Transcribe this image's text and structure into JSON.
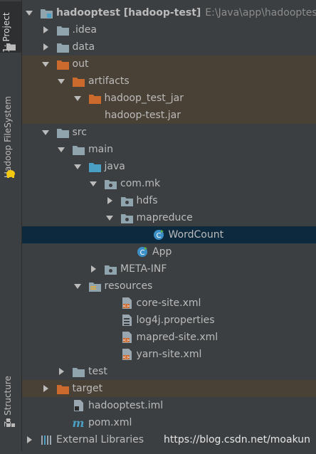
{
  "side_tabs": {
    "project": "1: Project",
    "hadoop_fs": "Hadoop FileSystem",
    "structure": "Z: Structure"
  },
  "tree": [
    {
      "label": "hadooptest",
      "module": "[hadoop-test]",
      "path": "E:\\Java\\app\\hadooptest",
      "icon": "module-folder-icon",
      "arrow": "expanded",
      "depth": 0
    },
    {
      "label": ".idea",
      "icon": "folder-icon",
      "arrow": "collapsed",
      "depth": 1
    },
    {
      "label": "data",
      "icon": "folder-icon",
      "arrow": "collapsed",
      "depth": 1
    },
    {
      "label": "out",
      "icon": "excluded-folder-icon",
      "arrow": "expanded",
      "depth": 1,
      "state": "excluded"
    },
    {
      "label": "artifacts",
      "icon": "excluded-folder-icon",
      "arrow": "expanded",
      "depth": 2,
      "state": "excluded"
    },
    {
      "label": "hadoop_test_jar",
      "icon": "excluded-folder-icon",
      "arrow": "expanded",
      "depth": 3,
      "state": "excluded"
    },
    {
      "label": "hadoop-test.jar",
      "icon": "",
      "arrow": "none",
      "depth": 4,
      "state": "excluded"
    },
    {
      "label": "src",
      "icon": "folder-icon",
      "arrow": "expanded",
      "depth": 1
    },
    {
      "label": "main",
      "icon": "folder-icon",
      "arrow": "expanded",
      "depth": 2
    },
    {
      "label": "java",
      "icon": "source-folder-icon",
      "arrow": "expanded",
      "depth": 3
    },
    {
      "label": "com.mk",
      "icon": "package-icon",
      "arrow": "expanded",
      "depth": 4
    },
    {
      "label": "hdfs",
      "icon": "package-icon",
      "arrow": "collapsed",
      "depth": 5
    },
    {
      "label": "mapreduce",
      "icon": "package-icon",
      "arrow": "expanded",
      "depth": 5
    },
    {
      "label": "WordCount",
      "icon": "java-class-icon",
      "arrow": "none",
      "depth": 7,
      "state": "selected"
    },
    {
      "label": "App",
      "icon": "java-class-icon",
      "arrow": "none",
      "depth": 6
    },
    {
      "label": "META-INF",
      "icon": "package-icon",
      "arrow": "collapsed",
      "depth": 4
    },
    {
      "label": "resources",
      "icon": "resources-folder-icon",
      "arrow": "expanded",
      "depth": 3
    },
    {
      "label": "core-site.xml",
      "icon": "xml-file-icon",
      "arrow": "none",
      "depth": 5
    },
    {
      "label": "log4j.properties",
      "icon": "properties-file-icon",
      "arrow": "none",
      "depth": 5
    },
    {
      "label": "mapred-site.xml",
      "icon": "xml-file-icon",
      "arrow": "none",
      "depth": 5
    },
    {
      "label": "yarn-site.xml",
      "icon": "xml-file-icon",
      "arrow": "none",
      "depth": 5
    },
    {
      "label": "test",
      "icon": "folder-icon",
      "arrow": "collapsed",
      "depth": 2
    },
    {
      "label": "target",
      "icon": "excluded-folder-icon",
      "arrow": "collapsed",
      "depth": 1,
      "state": "excluded"
    },
    {
      "label": "hadooptest.iml",
      "icon": "iml-file-icon",
      "arrow": "none",
      "depth": 2
    },
    {
      "label": "pom.xml",
      "icon": "maven-file-icon",
      "arrow": "none",
      "depth": 2
    },
    {
      "label": "External Libraries",
      "icon": "libraries-icon",
      "arrow": "collapsed",
      "depth": 0
    }
  ],
  "watermark": "https://blog.csdn.net/moakun",
  "colors": {
    "background": "#3c3f41",
    "text": "#bbbbbb",
    "folder": "#90a4ae",
    "excluded_folder": "#cc6a2e",
    "source_folder": "#4a9fc4",
    "selected_row": "#0d293e",
    "excluded_row": "#4a4136"
  }
}
